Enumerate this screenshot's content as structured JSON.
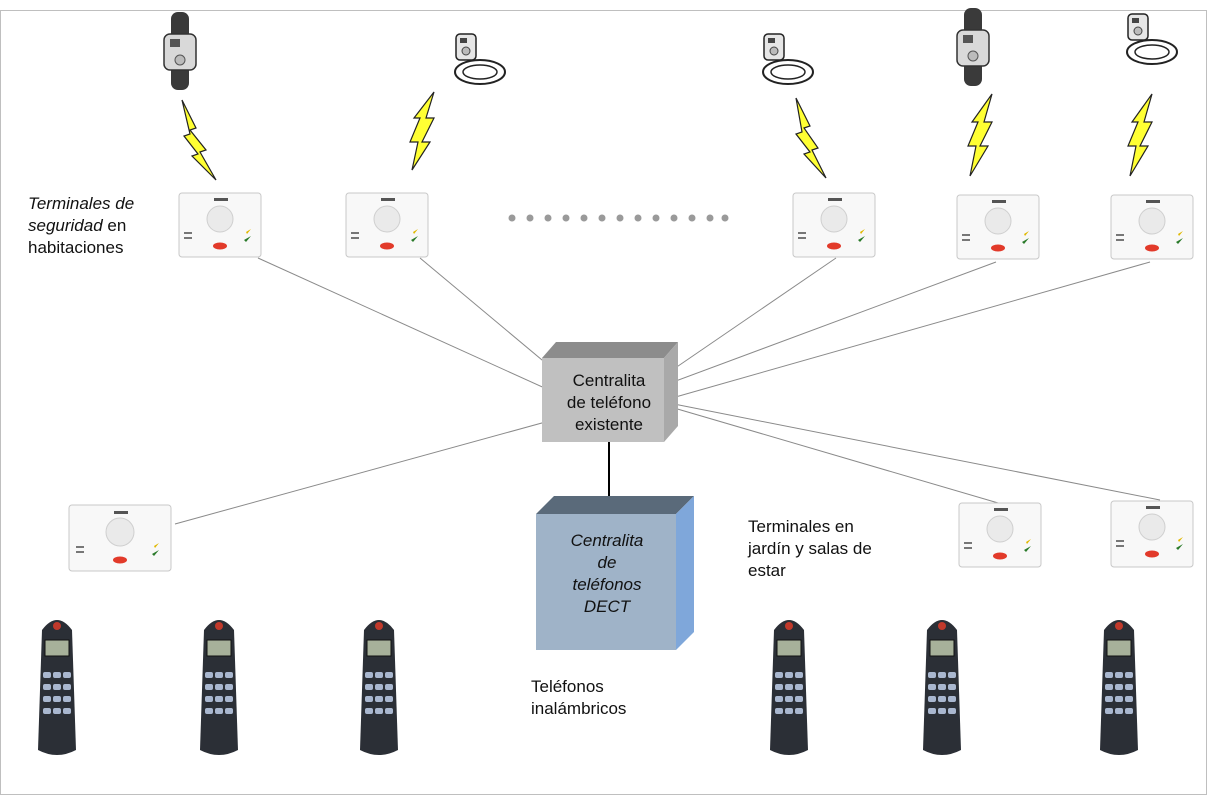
{
  "labels": {
    "security_terminals_line1": "Terminales de",
    "security_terminals_line2_italic": "seguridad",
    "security_terminals_line2_rest": " en",
    "security_terminals_line3": "habitaciones",
    "garden_terminals_line1": "Terminales en",
    "garden_terminals_line2": "jardín y salas de",
    "garden_terminals_line3": "estar",
    "wireless_phones_line1": "Teléfonos",
    "wireless_phones_line2": "inalámbricos"
  },
  "pbx": {
    "line1": "Centralita",
    "line2": "de teléfono",
    "line3": "existente"
  },
  "dect": {
    "line1": "Centralita",
    "line2": "de",
    "line3": "teléfonos",
    "line4": "DECT"
  },
  "icons": {
    "pendant": "pendant-alarm-icon",
    "wristband": "wristband-alarm-icon",
    "signal": "lightning-signal-icon",
    "terminal": "security-terminal-icon",
    "phone": "dect-phone-icon"
  },
  "colors": {
    "lightning": "#ffff33",
    "dect_box": "#9fb3c8",
    "dect_side": "#7fa7da",
    "pbx_box": "#c0c0c0",
    "phone_keys": "#a9b7cf",
    "wire": "#8a8a8a"
  }
}
